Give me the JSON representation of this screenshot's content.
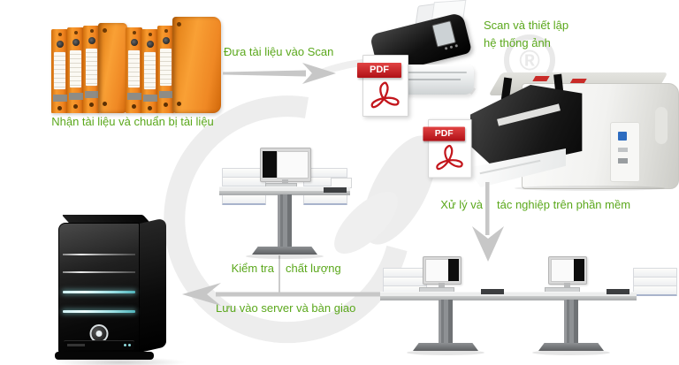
{
  "colors": {
    "accent_green": "#5ba81c",
    "arrow_gray": "#c7c7c7",
    "binder_orange": "#f08420",
    "pdf_red": "#c3161c",
    "watermark_gray": "#ededed",
    "server_glow_cyan": "#9adfe3"
  },
  "labels": {
    "step1_caption": "Nhận tài liệu và chuẩn bị tài liệu",
    "arrow1_label": "Đưa tài liệu vào Scan",
    "step2_line1": "Scan và thiết lập",
    "step2_line2": "hệ thống ảnh",
    "step3_left": "Xử lý và",
    "step3_right": "tác nghiệp trên phần mềm",
    "step4_left": "Kiểm tra",
    "step4_right": "chất lượng",
    "step5_caption": "Lưu vào server và bàn giao"
  },
  "badges": {
    "pdf": "PDF",
    "registered": "®"
  }
}
